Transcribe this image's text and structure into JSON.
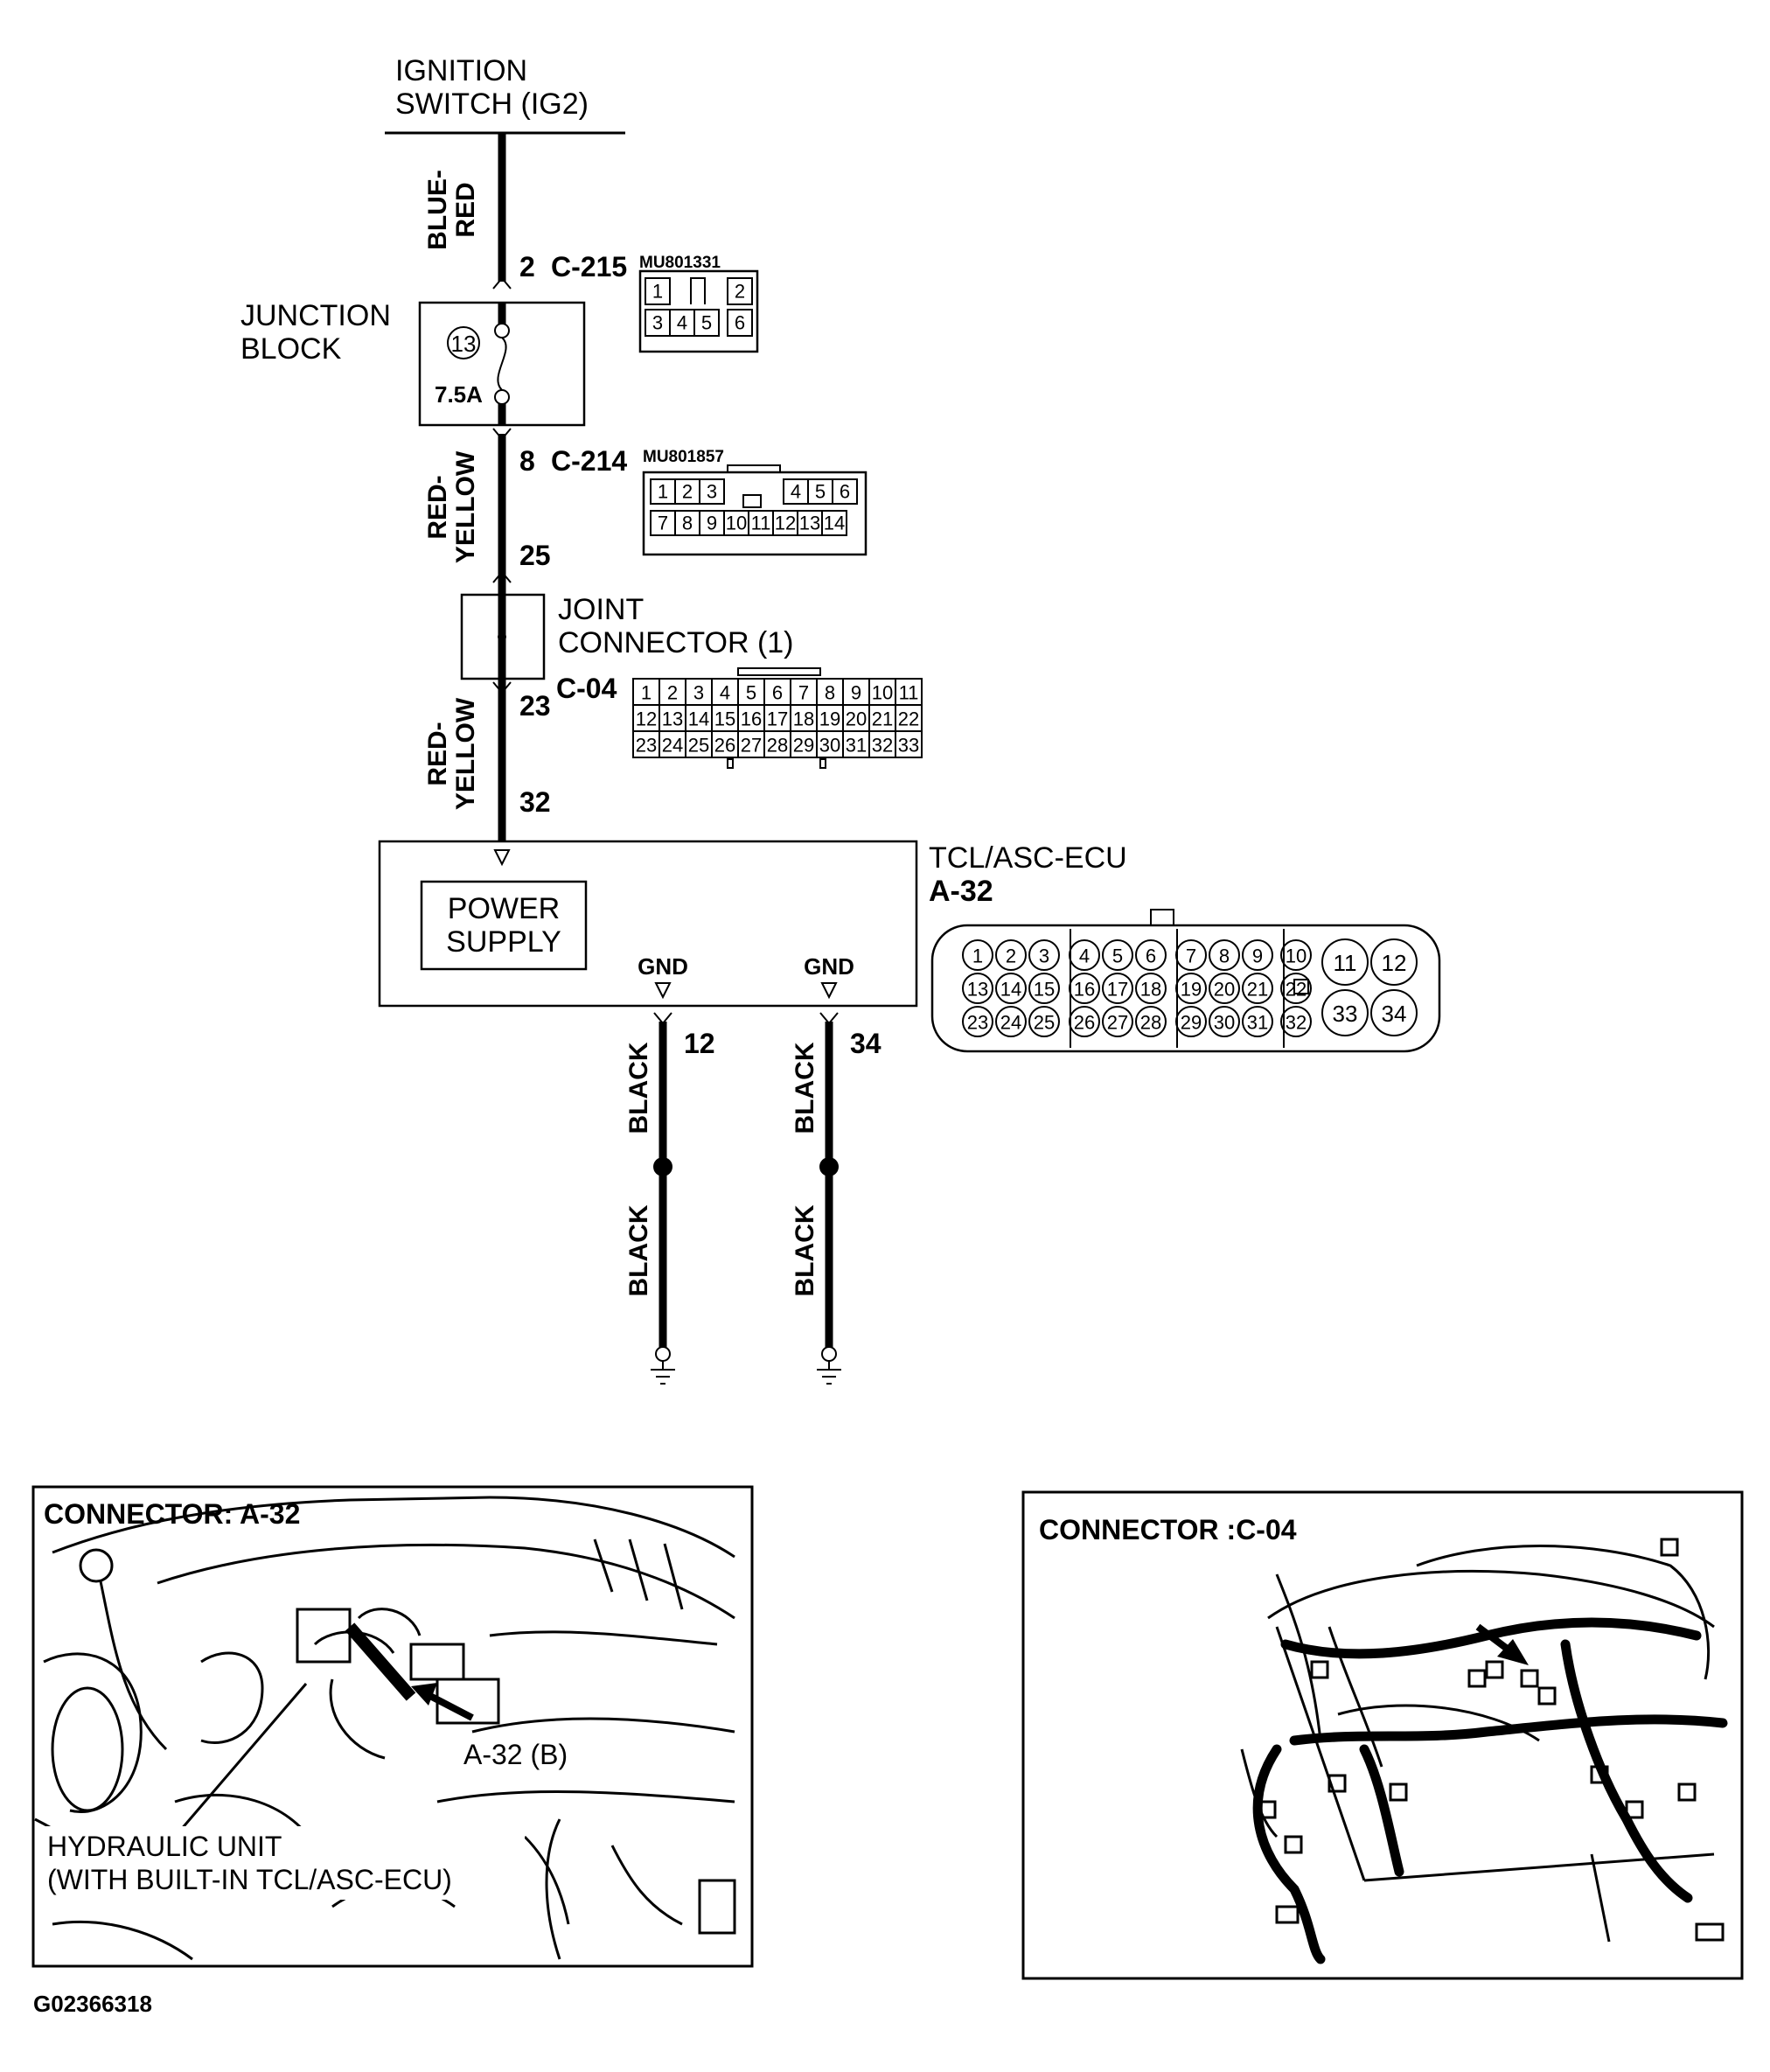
{
  "ignition": {
    "line1": "IGNITION",
    "line2": "SWITCH (IG2)"
  },
  "wires": {
    "blue_red": {
      "line1": "BLUE-",
      "line2": "RED"
    },
    "red_yellow_top": {
      "line1": "RED-",
      "line2": "YELLOW"
    },
    "red_yellow_bottom": {
      "line1": "RED-",
      "line2": "YELLOW"
    },
    "black_labels": [
      "BLACK",
      "BLACK",
      "BLACK",
      "BLACK"
    ]
  },
  "connector_c215": {
    "pin": "2",
    "name": "C-215",
    "part": "MU801331",
    "pins": [
      "1",
      "2",
      "3",
      "4",
      "5",
      "6"
    ]
  },
  "junction_block": {
    "line1": "JUNCTION",
    "line2": "BLOCK",
    "fuse_no": "13",
    "fuse_rating": "7.5A"
  },
  "connector_c214": {
    "pin": "8",
    "name": "C-214",
    "part": "MU801857",
    "pin_after": "25",
    "pins": [
      "1",
      "2",
      "3",
      "4",
      "5",
      "6",
      "7",
      "8",
      "9",
      "10",
      "11",
      "12",
      "13",
      "14"
    ]
  },
  "joint_connector": {
    "line1": "JOINT",
    "line2": "CONNECTOR (1)",
    "pin_in": "23",
    "name": "C-04",
    "pin_out": "32",
    "pins": [
      "1",
      "2",
      "3",
      "4",
      "5",
      "6",
      "7",
      "8",
      "9",
      "10",
      "11",
      "12",
      "13",
      "14",
      "15",
      "16",
      "17",
      "18",
      "19",
      "20",
      "21",
      "22",
      "23",
      "24",
      "25",
      "26",
      "27",
      "28",
      "29",
      "30",
      "31",
      "32",
      "33"
    ]
  },
  "ecu": {
    "name": "TCL/ASC-ECU",
    "connector": "A-32",
    "power_line1": "POWER",
    "power_line2": "SUPPLY",
    "gnd1_label": "GND",
    "gnd2_label": "GND",
    "gnd1_pin": "12",
    "gnd2_pin": "34",
    "pins": [
      "1",
      "2",
      "3",
      "4",
      "5",
      "6",
      "7",
      "8",
      "9",
      "10",
      "11",
      "12",
      "13",
      "14",
      "15",
      "16",
      "17",
      "18",
      "19",
      "20",
      "21",
      "22",
      "23",
      "24",
      "25",
      "26",
      "27",
      "28",
      "29",
      "30",
      "31",
      "32",
      "33",
      "34"
    ]
  },
  "panel_a32": {
    "title": "CONNECTOR: A-32",
    "callout": "A-32 (B)",
    "label1": "HYDRAULIC UNIT",
    "label2": "(WITH BUILT-IN TCL/ASC-ECU)"
  },
  "panel_c04": {
    "title": "CONNECTOR :C-04"
  },
  "figure_id": "G02366318"
}
